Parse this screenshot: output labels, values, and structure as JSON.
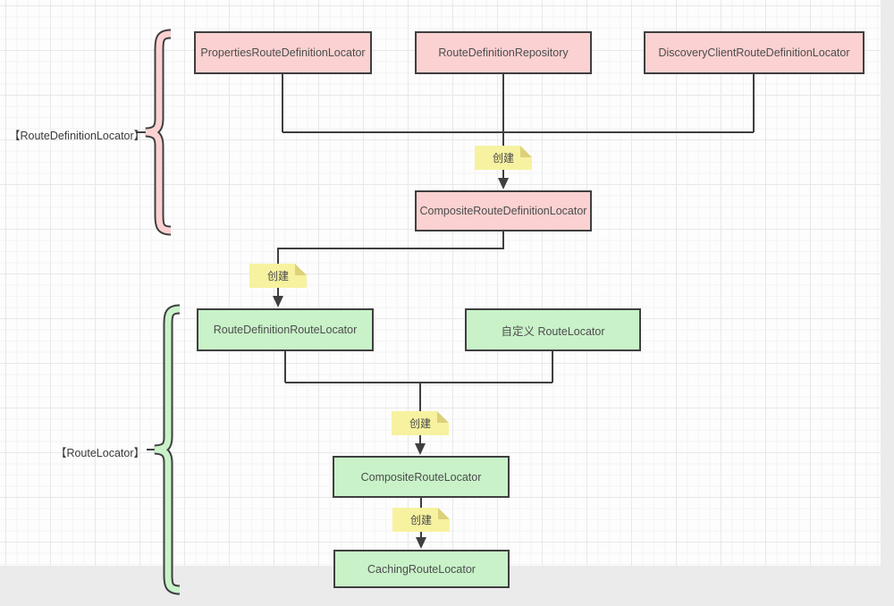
{
  "diagram": {
    "type": "flow-diagram",
    "groups": [
      {
        "id": "route-definition-locator",
        "label": "【RouteDefinitionLocator】"
      },
      {
        "id": "route-locator",
        "label": "【RouteLocator】"
      }
    ],
    "nodes": [
      {
        "id": "properties-route-definition-locator",
        "label": "PropertiesRouteDefinitionLocator",
        "color": "pink",
        "group": "route-definition-locator"
      },
      {
        "id": "route-definition-repository",
        "label": "RouteDefinitionRepository",
        "color": "pink",
        "group": "route-definition-locator"
      },
      {
        "id": "discovery-client-route-definition-locator",
        "label": "DiscoveryClientRouteDefinitionLocator",
        "color": "pink",
        "group": "route-definition-locator"
      },
      {
        "id": "composite-route-definition-locator",
        "label": "CompositeRouteDefinitionLocator",
        "color": "pink",
        "group": "route-definition-locator"
      },
      {
        "id": "route-definition-route-locator",
        "label": "RouteDefinitionRouteLocator",
        "color": "green",
        "group": "route-locator"
      },
      {
        "id": "custom-route-locator",
        "label": "自定义 RouteLocator",
        "color": "green",
        "group": "route-locator"
      },
      {
        "id": "composite-route-locator",
        "label": "CompositeRouteLocator",
        "color": "green",
        "group": "route-locator"
      },
      {
        "id": "caching-route-locator",
        "label": "CachingRouteLocator",
        "color": "green",
        "group": "route-locator"
      }
    ],
    "edges": [
      {
        "from": "properties-route-definition-locator,route-definition-repository,discovery-client-route-definition-locator",
        "to": "composite-route-definition-locator",
        "note": "创建"
      },
      {
        "from": "composite-route-definition-locator",
        "to": "route-definition-route-locator",
        "note": "创建"
      },
      {
        "from": "route-definition-route-locator,custom-route-locator",
        "to": "composite-route-locator",
        "note": "创建"
      },
      {
        "from": "composite-route-locator",
        "to": "caching-route-locator",
        "note": "创建"
      }
    ],
    "note_label": "创建",
    "colors": {
      "pink_fill": "#fbd1d1",
      "green_fill": "#c9f2c9",
      "note_fill": "#f7f2a0",
      "note_fold": "#dcd07a",
      "stroke": "#3f3f3f",
      "node_text": "#4d4d4d",
      "canvas_bg": "#fdfdfd",
      "outer_bg": "#ebebeb"
    }
  }
}
